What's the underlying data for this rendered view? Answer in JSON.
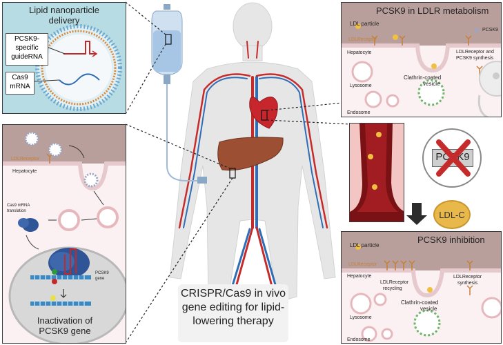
{
  "lnp": {
    "title_line1": "Lipid nanoparticle",
    "title_line2": "delivery",
    "guide_l1": "PCSK9-",
    "guide_l2": "specific",
    "guide_l3": "guideRNA",
    "cas9_l1": "Cas9",
    "cas9_l2": "mRNA"
  },
  "ldlr": {
    "title": "PCSK9 in LDLR metabolism",
    "ldl_particle": "LDL particle",
    "pcsk9": "PCSK9",
    "ldlreceptor": "LDLReceptor",
    "hepatocyte": "Hepatocyte",
    "synth_l1": "LDLReceptor and",
    "synth_l2": "PCSK9 synthesis",
    "clathrin_l1": "Clathrin-coated",
    "clathrin_l2": "vesicle",
    "lysosome": "Lysosome",
    "endosome": "Endosome"
  },
  "hep": {
    "ldlreceptor": "LDLReceptor",
    "hepatocyte": "Hepatocyte",
    "trans_l1": "Cas9 mRNA",
    "trans_l2": "translation",
    "pcsk9_l1": "PCSK9",
    "pcsk9_l2": "gene",
    "inact_l1": "Inactivation of",
    "inact_l2": "PCSK9 gene"
  },
  "knock": {
    "gene": "PCSK9",
    "ldlc": "LDL-C"
  },
  "inhib": {
    "title": "PCSK9 inhibition",
    "ldl_particle": "LDL particle",
    "ldlreceptor": "LDLReceptor",
    "hepatocyte": "Hepatocyte",
    "recyc_l1": "LDLReceptor",
    "recyc_l2": "recycling",
    "synth_l1": "LDLReceptor",
    "synth_l2": "synthesis",
    "clathrin_l1": "Clathrin-coated",
    "clathrin_l2": "vesicle",
    "lysosome": "Lysosome",
    "endosome": "Endosome"
  },
  "caption": {
    "l1": "CRISPR/Cas9 in vivo",
    "l2": "gene editing for lipid-",
    "l3": "lowering therapy"
  }
}
